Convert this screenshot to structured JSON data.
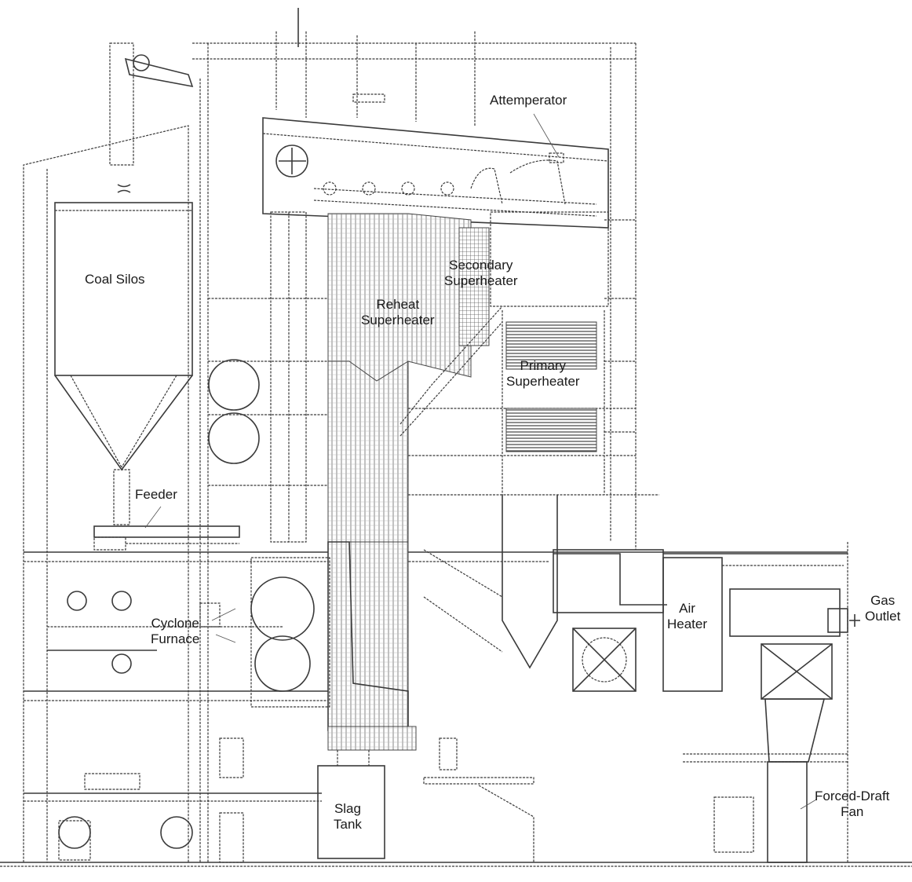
{
  "labels": {
    "attemperator": "Attemperator",
    "coal_silos": "Coal Silos",
    "secondary_superheater_1": "Secondary",
    "secondary_superheater_2": "Superheater",
    "reheat_superheater_1": "Reheat",
    "reheat_superheater_2": "Superheater",
    "primary_superheater_1": "Primary",
    "primary_superheater_2": "Superheater",
    "feeder": "Feeder",
    "cyclone_furnace_1": "Cyclone",
    "cyclone_furnace_2": "Furnace",
    "air_heater_1": "Air",
    "air_heater_2": "Heater",
    "gas_outlet_1": "Gas",
    "gas_outlet_2": "Outlet",
    "slag_tank_1": "Slag",
    "slag_tank_2": "Tank",
    "forced_draft_fan_1": "Forced-Draft",
    "forced_draft_fan_2": "Fan"
  },
  "colors": {
    "line": "#3a3a3a",
    "text": "#1a1a1a",
    "background": "#ffffff"
  }
}
